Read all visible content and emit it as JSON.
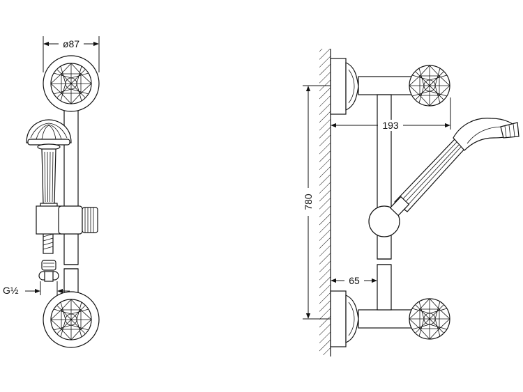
{
  "dimensions": {
    "rosette_diameter": "ø87",
    "thread": "G½",
    "bar_projection": "193",
    "bar_length": "780",
    "wall_offset": "65"
  }
}
